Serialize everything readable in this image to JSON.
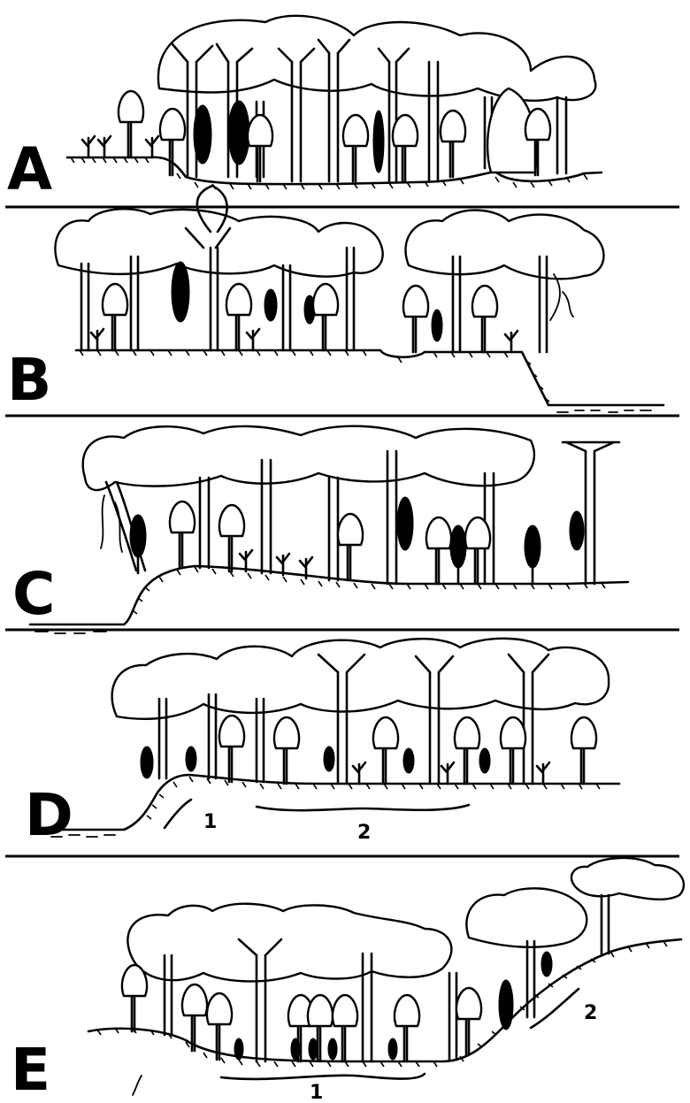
{
  "panels": [
    {
      "id": "A",
      "label": "A",
      "zone_labels": []
    },
    {
      "id": "B",
      "label": "B",
      "zone_labels": []
    },
    {
      "id": "C",
      "label": "C",
      "zone_labels": []
    },
    {
      "id": "D",
      "label": "D",
      "zone_labels": [
        "1",
        "2"
      ]
    },
    {
      "id": "E",
      "label": "E",
      "zone_labels": [
        "1",
        "2"
      ]
    }
  ]
}
